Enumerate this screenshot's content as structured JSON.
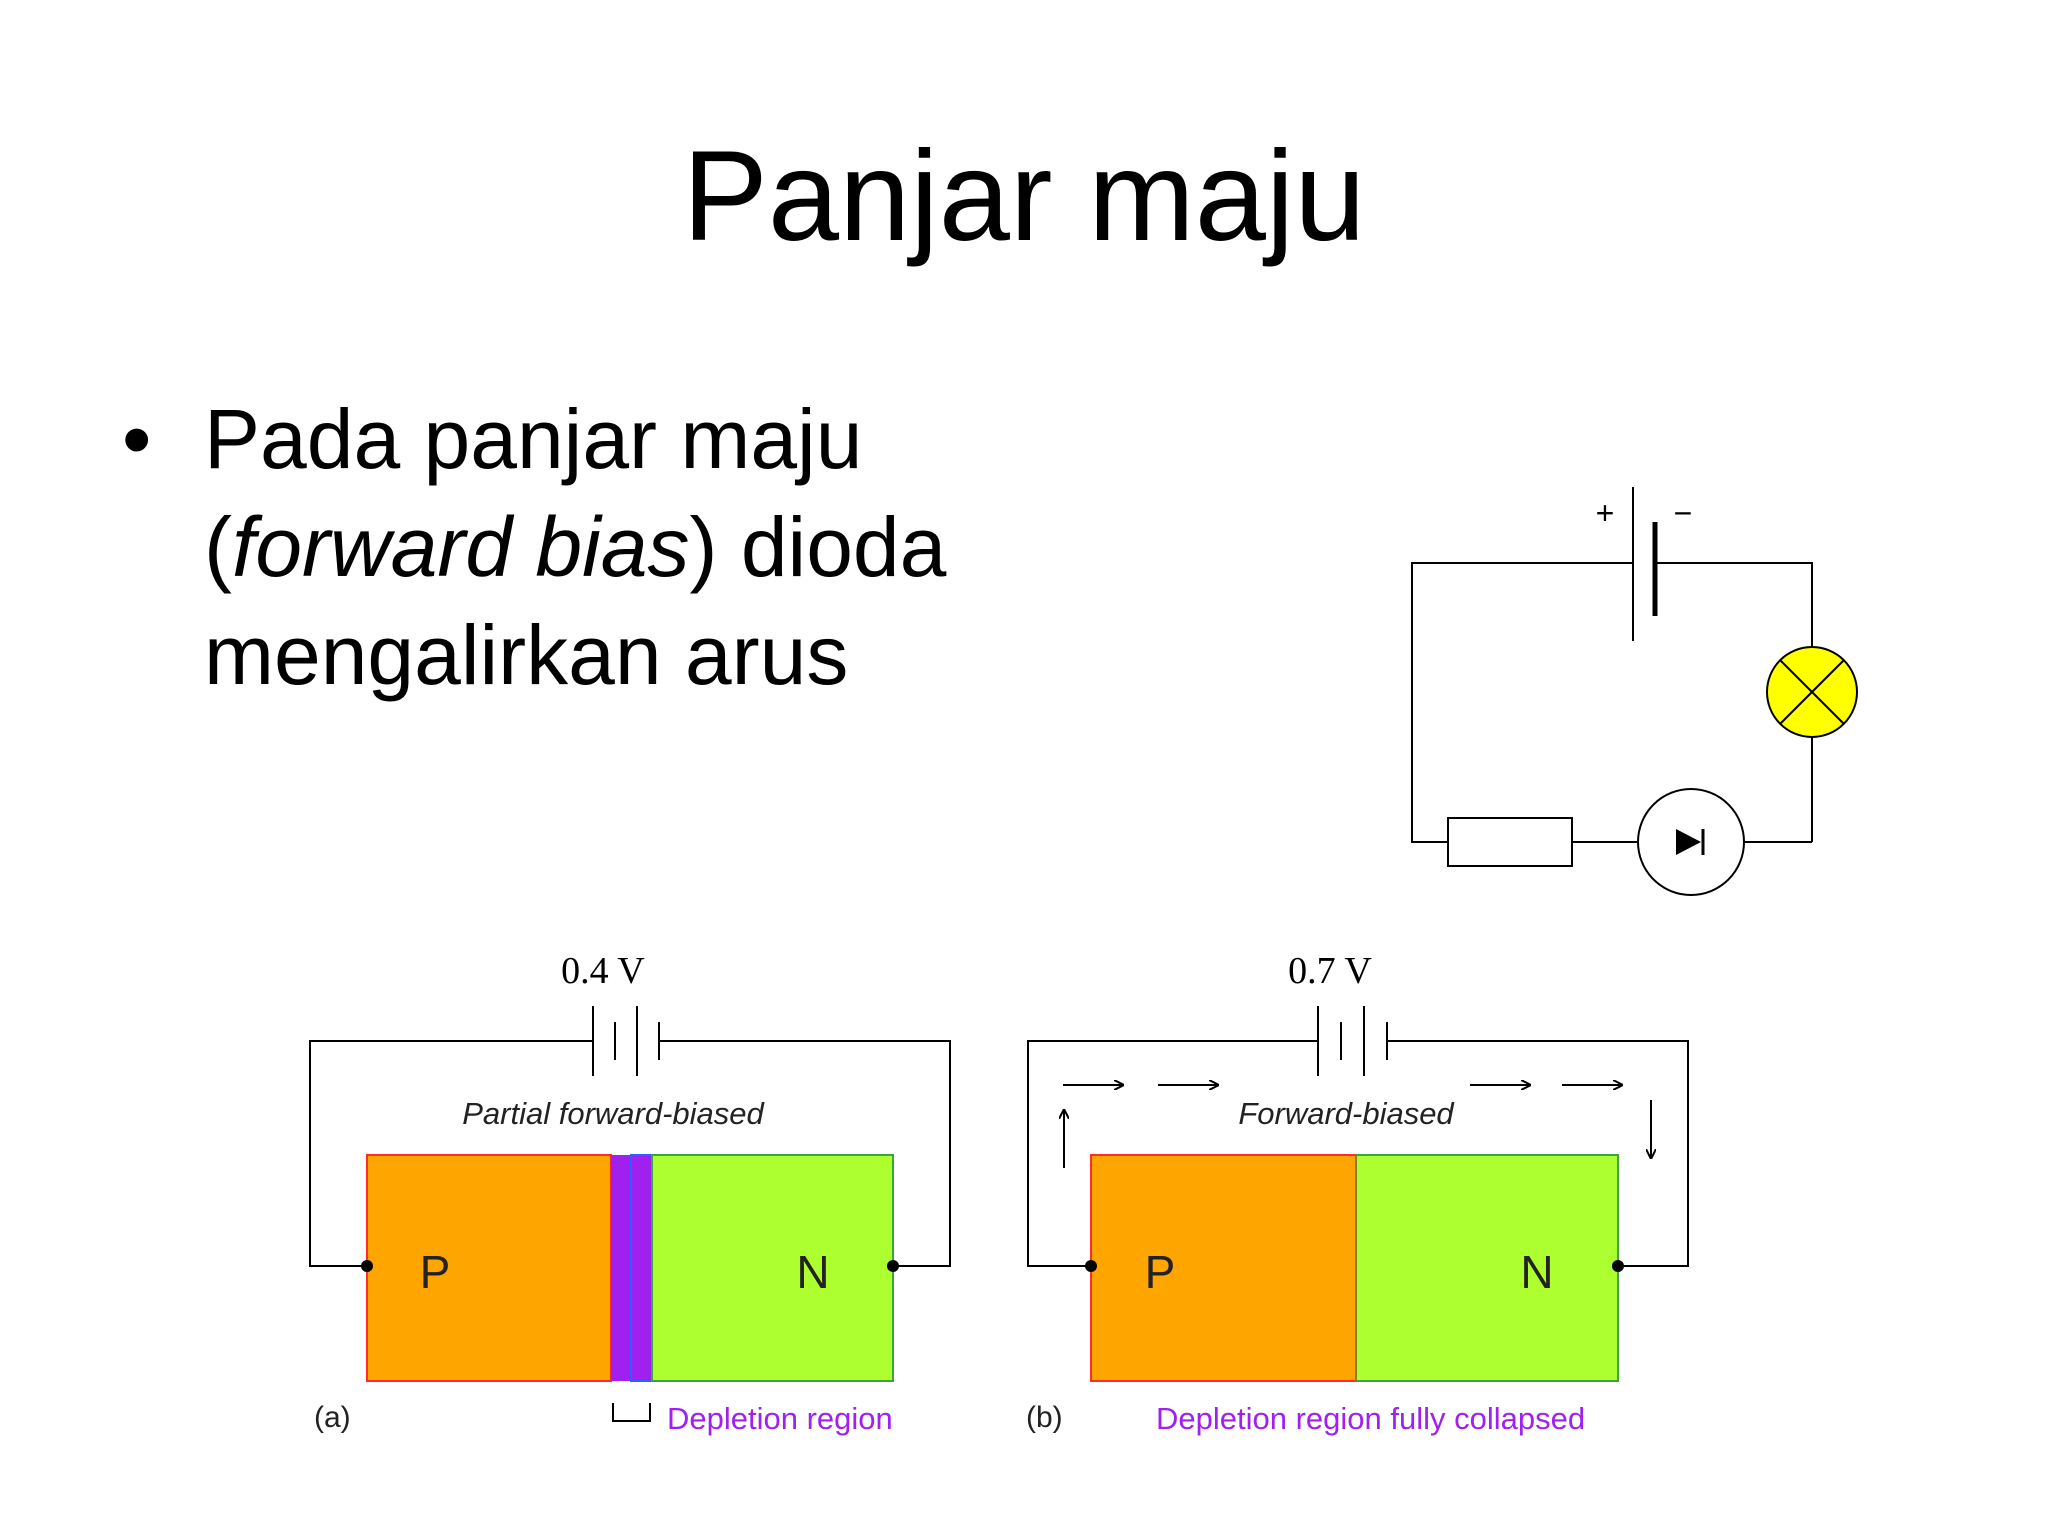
{
  "slide": {
    "title": "Panjar maju",
    "bullet": {
      "symbol": "•",
      "line1": "Pada panjar maju",
      "line2_open": "(",
      "line2_italic": "forward bias",
      "line2_close": ") dioda",
      "line3": "mengalirkan arus"
    }
  },
  "circuit": {
    "plus": "+",
    "minus": "−",
    "lamp_color": "#ffff00"
  },
  "diagram_a": {
    "voltage": "0.4 V",
    "caption": "Partial forward-biased",
    "p_label": "P",
    "n_label": "N",
    "panel_label": "(a)",
    "depletion_label": "Depletion region"
  },
  "diagram_b": {
    "voltage": "0.7 V",
    "caption": "Forward-biased",
    "p_label": "P",
    "n_label": "N",
    "panel_label": "(b)",
    "depletion_label": "Depletion region fully collapsed"
  },
  "colors": {
    "p_region": "#ffa500",
    "n_region": "#adff2f",
    "depletion": "#a020f0",
    "depletion_text": "#a020f0"
  }
}
